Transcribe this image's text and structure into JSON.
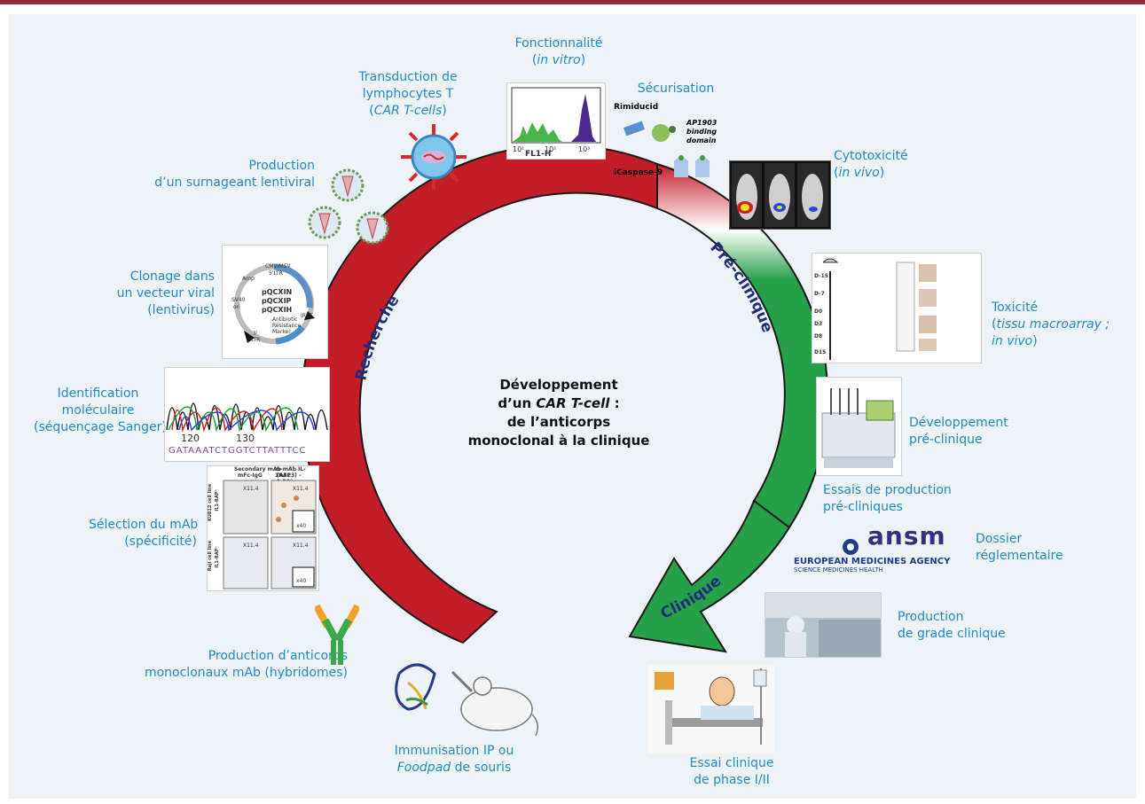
{
  "center_title": {
    "line1": "Développement",
    "line2_prefix": "d’un",
    "line2_italic": "CAR T-cell",
    "line2_suffix": " :",
    "line3": "de l’anticorps",
    "line4": "monoclonal à la clinique"
  },
  "arc_labels": {
    "research": "Recherche",
    "preclinical": "Pré-clinique",
    "clinical": "Clinique"
  },
  "steps": {
    "fonctionnalite": {
      "l1": "Fonctionnalité",
      "l2": "in vitro"
    },
    "transduction": {
      "l1": "Transduction de",
      "l2": "lymphocytes T",
      "l3": "CAR T-cells"
    },
    "securisation": {
      "l1": "Sécurisation"
    },
    "cytotoxicite": {
      "l1": "Cytotoxicité",
      "l2": "in vivo"
    },
    "production_lenti": {
      "l1": "Production",
      "l2": "d’un surnageant lentiviral"
    },
    "clonage": {
      "l1": "Clonage dans",
      "l2": "un vecteur viral",
      "l3": "(lentivirus)"
    },
    "toxicite": {
      "l1": "Toxicité",
      "l2": "tissu macroarray ;",
      "l3": "in vivo"
    },
    "identification": {
      "l1": "Identification",
      "l2": "moléculaire",
      "l3": "(séquençage Sanger)"
    },
    "dev_preclinique": {
      "l1": "Développement",
      "l2": "pré-clinique"
    },
    "essais_production": {
      "l1": "Essais de production",
      "l2": "pré-cliniques"
    },
    "selection": {
      "l1": "Sélection du mAb",
      "l2": "(spécificité)"
    },
    "dossier": {
      "l1": "Dossier",
      "l2": "réglementaire"
    },
    "production_grade": {
      "l1": "Production",
      "l2": "de grade clinique"
    },
    "production_anticorps": {
      "l1": "Production d’anticorps",
      "l2": "monoclonaux mAb (hybridomes)"
    },
    "immunisation": {
      "l1": "Immunisation IP ou",
      "l2_italic": "Foodpad",
      "l2_rest": " de souris"
    },
    "essai_clinique": {
      "l1": "Essai clinique",
      "l2": "de phase I/II"
    }
  },
  "thumbnails": {
    "histogram_axis": "FL1-H",
    "histogram_ticks": [
      "10¹",
      "10²",
      "10³"
    ],
    "securisation_texts": [
      "Rimiducid",
      "AP1903",
      "binding",
      "domain",
      "iCaspase-9"
    ],
    "plasmid_texts": [
      "CMV/MSV",
      "5'LTR",
      "Amp",
      "pQCXIN",
      "pQCXIP",
      "pQCXIH",
      "SV40",
      "ori",
      "IRES",
      "Antibiotic",
      "Resistance",
      "Marker",
      "3'",
      "LTR"
    ],
    "sanger_ticks": [
      "120",
      "130"
    ],
    "sanger_sequence": "GATAAATCTGGTCTTATTTCC",
    "ihc_headers": [
      "Secondary mAb",
      "mFc-IgG",
      "m-mAb IL-1RAP",
      "(A3C3) – 1:20°"
    ],
    "ihc_rows": [
      "KU812 cell line",
      "IL1-RAP⁺",
      "Raji cell line",
      "IL1-RAP⁻"
    ],
    "ihc_mag": [
      "X11.4",
      "X11.4",
      "x40",
      "X11.4",
      "X11.4",
      "x40"
    ],
    "toxicity_days": [
      "D-15",
      "D-7",
      "D0",
      "D3",
      "D8",
      "D15"
    ],
    "regulators": {
      "ansm": "ansm",
      "ema_l1": "EUROPEAN MEDICINES AGENCY",
      "ema_l2": "SCIENCE  MEDICINES  HEALTH"
    }
  },
  "colors": {
    "research_red": "#c41d2a",
    "clinical_green": "#27a04a",
    "label_blue": "#1f8bc6",
    "arc_text": "#1f2f77",
    "top_bar": "#8b2b3e"
  }
}
